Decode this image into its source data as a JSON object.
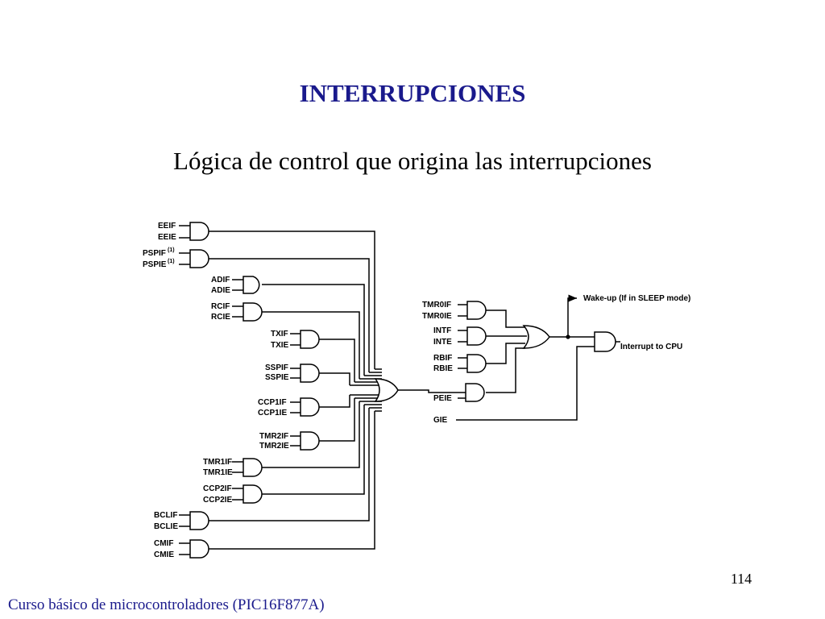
{
  "slide": {
    "title": "INTERRUPCIONES",
    "subtitle": "Lógica de control que origina las interrupciones",
    "page_number": "114",
    "footer": "Curso básico de microcontroladores (PIC16F877A)"
  },
  "diagram": {
    "peripheral_gates": [
      {
        "flag": "EEIF",
        "enable": "EEIE"
      },
      {
        "flag": "PSPIF",
        "enable": "PSPIE",
        "note": "(1)"
      },
      {
        "flag": "ADIF",
        "enable": "ADIE"
      },
      {
        "flag": "RCIF",
        "enable": "RCIE"
      },
      {
        "flag": "TXIF",
        "enable": "TXIE"
      },
      {
        "flag": "SSPIF",
        "enable": "SSPIE"
      },
      {
        "flag": "CCP1IF",
        "enable": "CCP1IE"
      },
      {
        "flag": "TMR2IF",
        "enable": "TMR2IE"
      },
      {
        "flag": "TMR1IF",
        "enable": "TMR1IE"
      },
      {
        "flag": "CCP2IF",
        "enable": "CCP2IE"
      },
      {
        "flag": "BCLIF",
        "enable": "BCLIE"
      },
      {
        "flag": "CMIF",
        "enable": "CMIE"
      }
    ],
    "core_gates": [
      {
        "flag": "TMR0IF",
        "enable": "TMR0IE"
      },
      {
        "flag": "INTF",
        "enable": "INTE"
      },
      {
        "flag": "RBIF",
        "enable": "RBIE"
      }
    ],
    "peie_label": "PEIE",
    "gie_label": "GIE",
    "wakeup_label": "Wake-up (If in SLEEP mode)",
    "output_label": "Interrupt to CPU"
  }
}
